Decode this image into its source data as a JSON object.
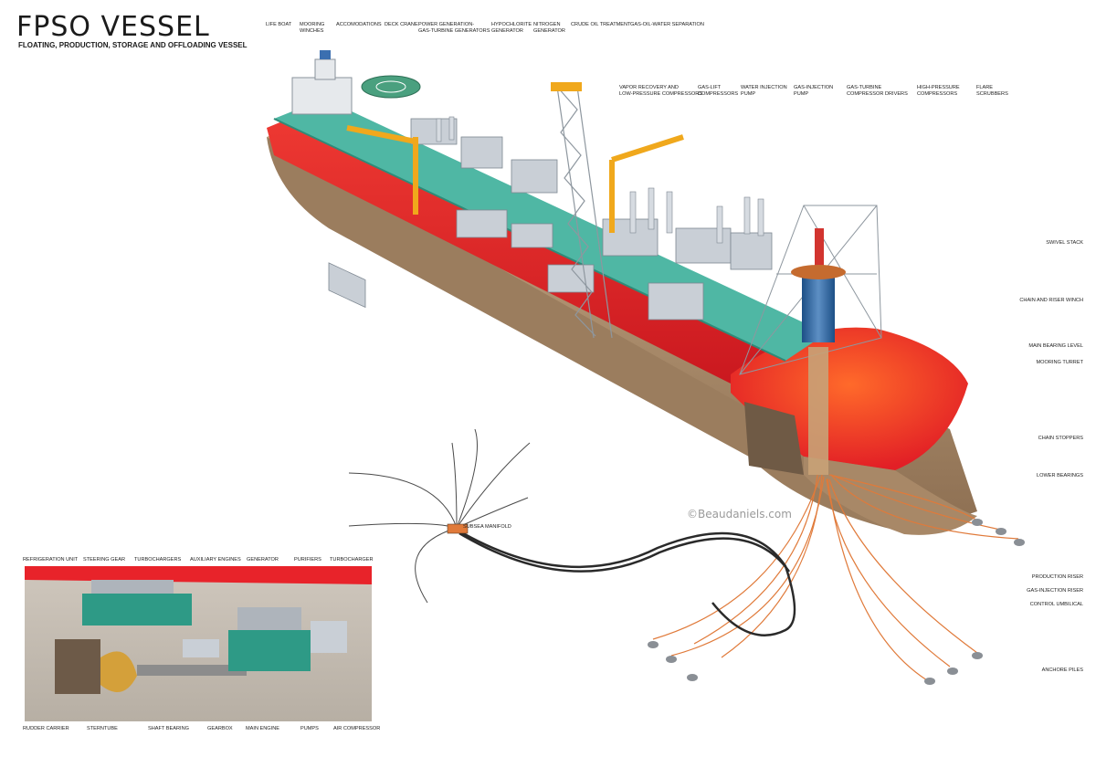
{
  "title": "FPSO VESSEL",
  "subtitle": "FLOATING, PRODUCTION, STORAGE AND OFFLOADING VESSEL",
  "credit": "©Beaudaniels.com",
  "top_labels": [
    "LIFE BOAT",
    "MOORING\nWINCHES",
    "ACCOMODATIONS",
    "DECK CRANE",
    "POWER GENERATION-\nGAS-TURBINE GENERATORS",
    "HYPOCHLORITE\nGENERATOR",
    "NITROGEN\nGENERATOR",
    "CRUDE OIL TREATMENT",
    "GAS-OIL-WATER SEPARATION"
  ],
  "mid_labels": [
    "VAPOR RECOVERY AND\nLOW-PRESSURE COMPRESSORS",
    "GAS-LIFT\nCOMPRESSORS",
    "WATER INJECTION\nPUMP",
    "GAS-INJECTION\nPUMP",
    "GAS-TURBINE\nCOMPRESSOR DRIVERS",
    "HIGH-PRESSURE\nCOMPRESSORS",
    "FLARE\nSCRUBBERS"
  ],
  "right_labels": [
    "SWIVEL STACK",
    "CHAIN AND RISER WINCH",
    "MAIN BEARING LEVEL",
    "MOORING TURRET",
    "CHAIN STOPPERS",
    "LOWER BEARINGS",
    "PRODUCTION RISER",
    "GAS-INJECTION RISER",
    "CONTROL UMBILICAL",
    "ANCHORE PILES"
  ],
  "subsea_label": "SUBSEA MANIFOLD",
  "inset_top_labels": [
    "REFRIGERATION UNIT",
    "STEERING GEAR",
    "TURBOCHARGERS",
    "AUXILIARY ENGINES",
    "GENERATOR",
    "PURIFIERS",
    "TURBOCHARGER"
  ],
  "inset_bottom_labels": [
    "RUDDER CARRIER",
    "STERNTUBE",
    "SHAFT BEARING",
    "GEARBOX",
    "MAIN ENGINE",
    "PUMPS",
    "AIR COMPRESSOR"
  ],
  "colors": {
    "hull_red": "#e8232a",
    "hull_tan": "#b0926f",
    "deck_green": "#4fb7a4",
    "crane_yellow": "#f0a81c",
    "riser_orange": "#e07a3a",
    "module_grey": "#c9cfd6"
  }
}
